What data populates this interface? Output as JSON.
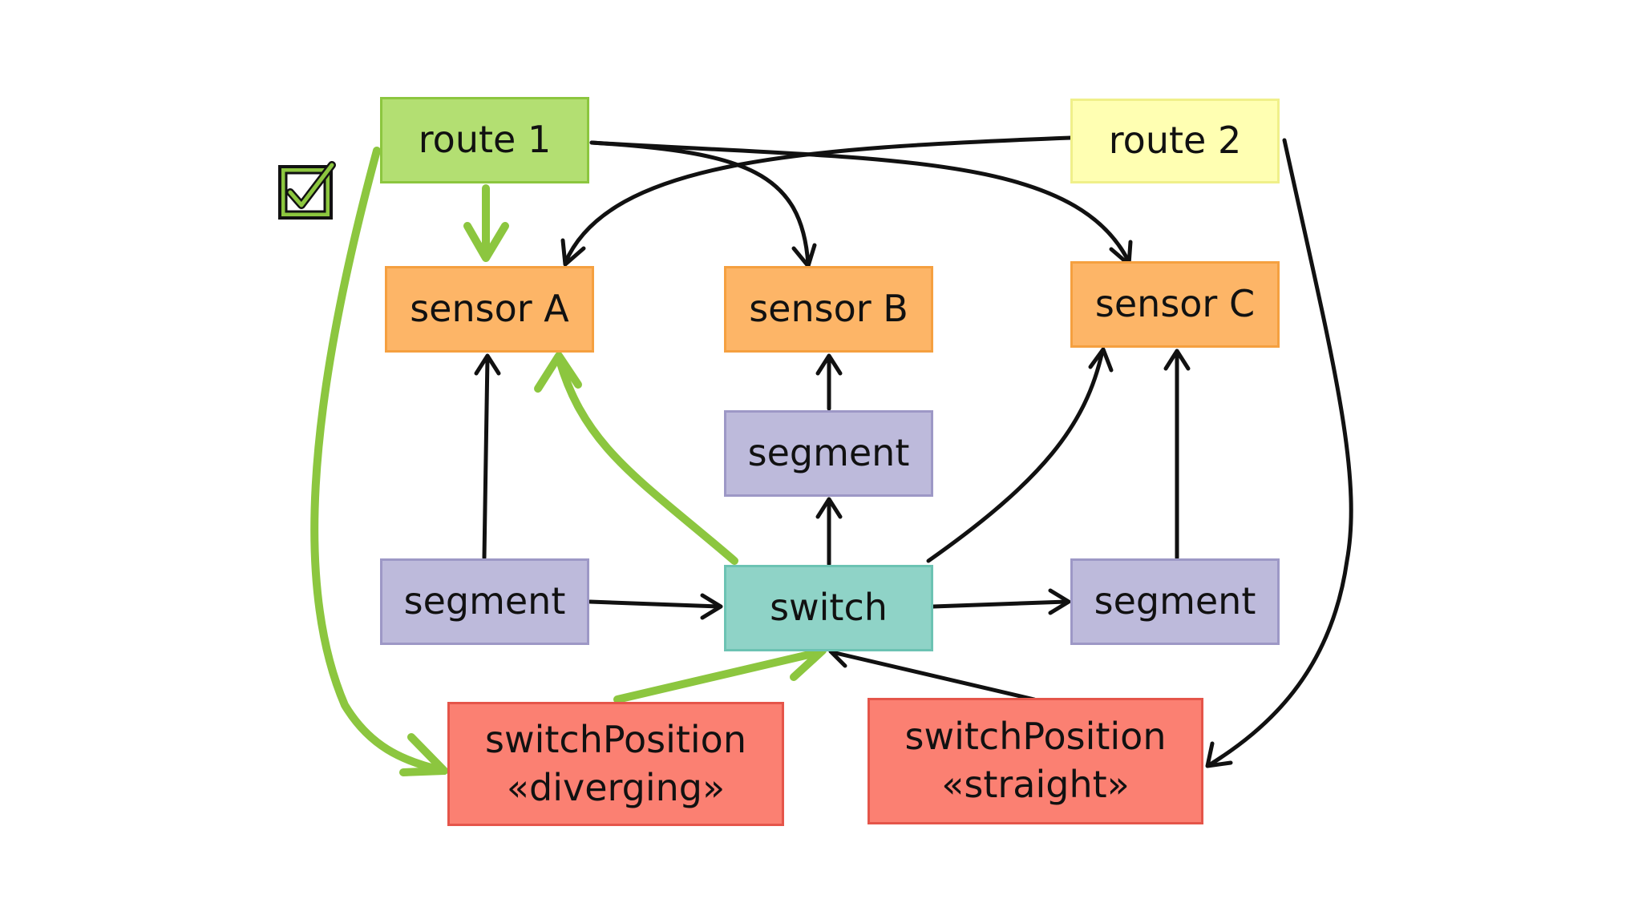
{
  "colors": {
    "route_1": "#b3df72",
    "route_2": "#ffffb2",
    "sensor": "#fdb567",
    "segment": "#bdbadb",
    "switch": "#8fd3c7",
    "switch_position": "#fb8072",
    "active_edge": "#8cc63f",
    "edge": "#111111"
  },
  "icons": {
    "selected_route": "checkbox-checked-icon"
  },
  "nodes": {
    "route_1": "route 1",
    "route_2": "route 2",
    "sensor_a": "sensor A",
    "sensor_b": "sensor B",
    "sensor_c": "sensor C",
    "segment_middle": "segment",
    "segment_left": "segment",
    "segment_right": "segment",
    "switch": "switch",
    "switch_position_diverging": {
      "name": "switchPosition",
      "stereotype": "«diverging»"
    },
    "switch_position_straight": {
      "name": "switchPosition",
      "stereotype": "«straight»"
    }
  },
  "edges": [
    {
      "from": "route_1",
      "to": "sensor_a",
      "style": "active"
    },
    {
      "from": "route_1",
      "to": "sensor_b",
      "style": "normal"
    },
    {
      "from": "route_1",
      "to": "sensor_c",
      "style": "normal"
    },
    {
      "from": "route_1",
      "to": "switch_position_diverging",
      "style": "active"
    },
    {
      "from": "route_2",
      "to": "sensor_a",
      "style": "normal"
    },
    {
      "from": "route_2",
      "to": "switch_position_straight",
      "style": "normal"
    },
    {
      "from": "segment_left",
      "to": "sensor_a",
      "style": "normal"
    },
    {
      "from": "segment_left",
      "to": "switch",
      "style": "normal"
    },
    {
      "from": "segment_middle",
      "to": "sensor_b",
      "style": "normal"
    },
    {
      "from": "switch",
      "to": "segment_middle",
      "style": "normal"
    },
    {
      "from": "switch",
      "to": "sensor_a",
      "style": "active"
    },
    {
      "from": "switch",
      "to": "sensor_c",
      "style": "normal"
    },
    {
      "from": "switch",
      "to": "segment_right",
      "style": "normal"
    },
    {
      "from": "segment_right",
      "to": "sensor_c",
      "style": "normal"
    },
    {
      "from": "switch_position_diverging",
      "to": "switch",
      "style": "active"
    },
    {
      "from": "switch_position_straight",
      "to": "switch",
      "style": "normal"
    }
  ]
}
